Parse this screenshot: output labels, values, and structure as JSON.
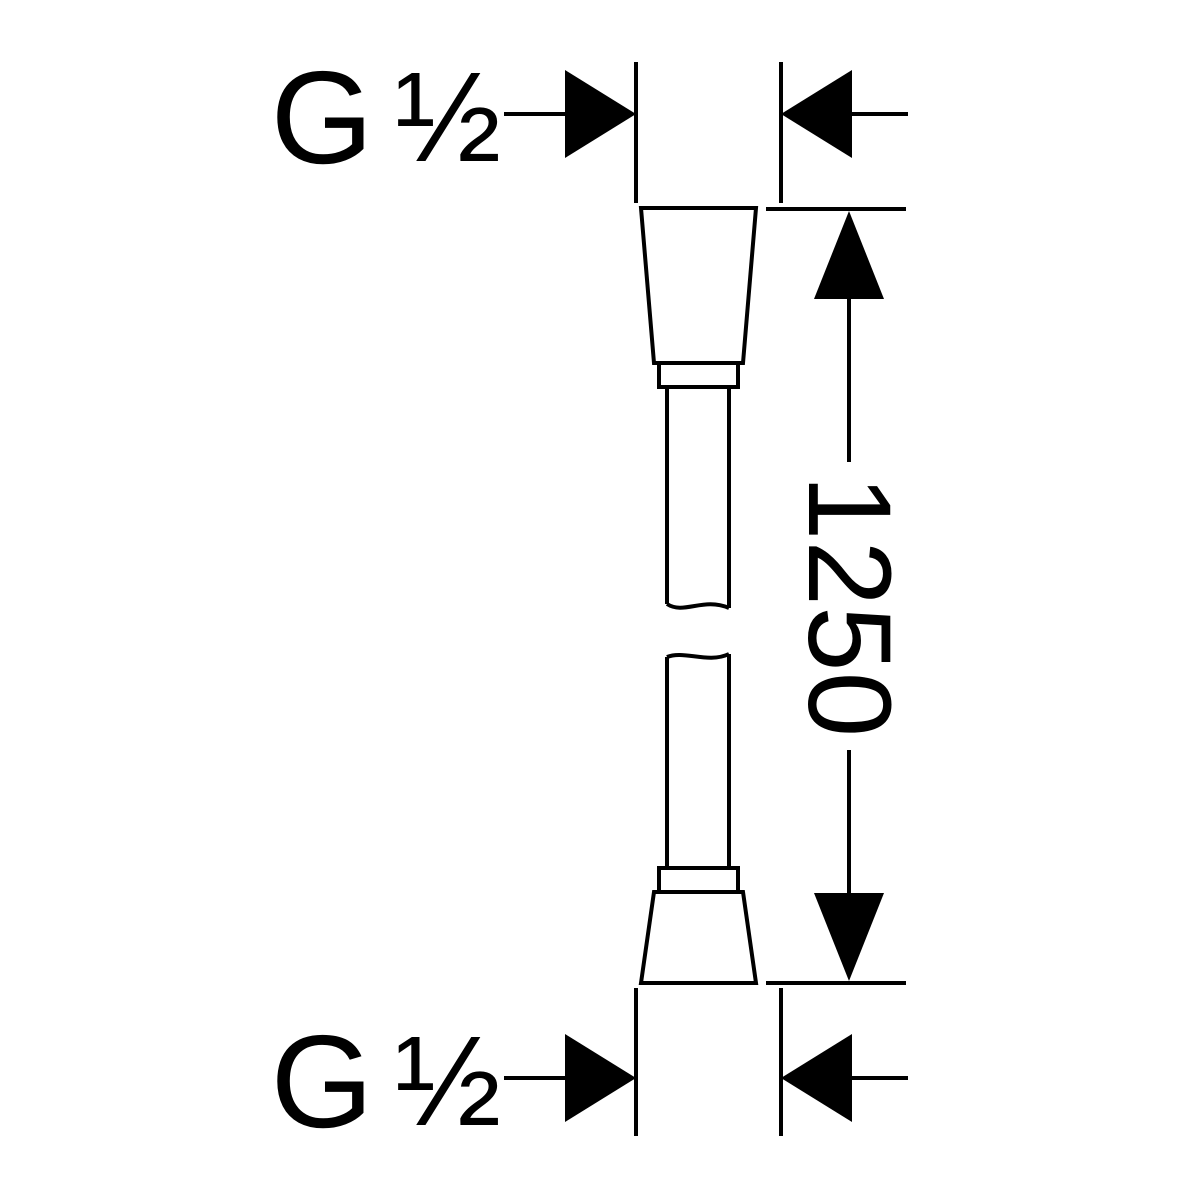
{
  "colors": {
    "ink": "#000000",
    "background": "#ffffff"
  },
  "drawing": {
    "top_thread": {
      "label": "G",
      "size": "½"
    },
    "bottom_thread": {
      "label": "G",
      "size": "½"
    },
    "length": {
      "value": "1250"
    }
  }
}
